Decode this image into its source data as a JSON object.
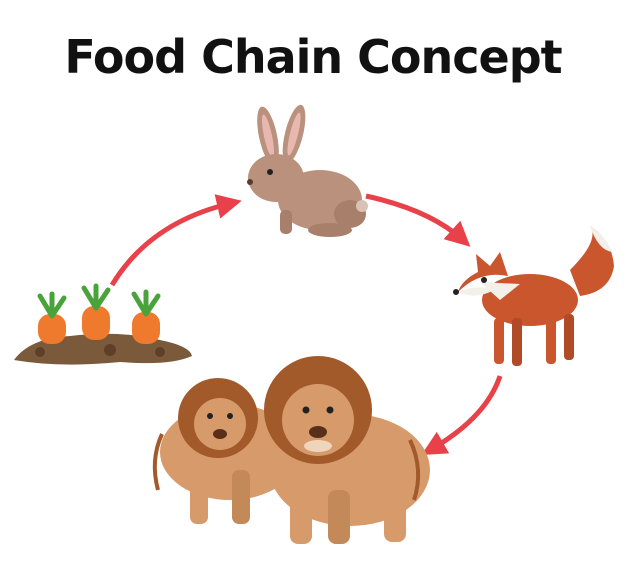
{
  "title": "Food Chain Concept",
  "chain": [
    {
      "name": "carrots",
      "icon": "carrot-icon"
    },
    {
      "name": "rabbit",
      "icon": "rabbit-icon"
    },
    {
      "name": "fox",
      "icon": "fox-icon"
    },
    {
      "name": "lions",
      "icon": "lion-icon"
    }
  ],
  "colors": {
    "arrow": "#e8414a",
    "carrot": "#ef7a2e",
    "leaf": "#4aa33a",
    "soil": "#7b5a3c",
    "rabbit": "#b9917c",
    "fox": "#c9562d",
    "lion_body": "#d79a6b",
    "lion_mane": "#a25a2a"
  }
}
